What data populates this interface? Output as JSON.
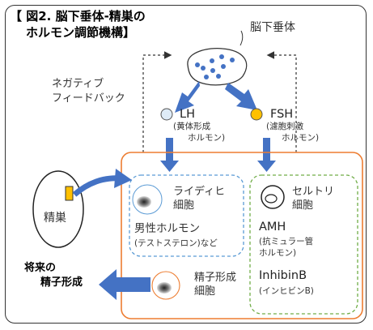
{
  "title": {
    "line1": "【 図2. 脳下垂体-精巣の",
    "line2": "ホルモン調節機構】"
  },
  "pituitary": {
    "label": "脳下垂体"
  },
  "feedback": {
    "line1": "ネガティブ",
    "line2": "フィードバック"
  },
  "lh": {
    "label": "LH",
    "desc1": "(黄体形成",
    "desc2": "ホルモン)"
  },
  "fsh": {
    "label": "FSH",
    "desc1": "(濾胞刺激",
    "desc2": "ホルモン)"
  },
  "testis": {
    "label": "精巣"
  },
  "leydig": {
    "name1": "ライディヒ",
    "name2": "細胞",
    "hormone": "男性ホルモン",
    "hormone_sub": "(テストステロン)など"
  },
  "sertoli": {
    "name1": "セルトリ",
    "name2": "細胞",
    "amh": "AMH",
    "amh_sub1": "(抗ミュラー管",
    "amh_sub2": "ホルモン)",
    "inhibin": "InhibinB",
    "inhibin_sub": "(インヒビンB)"
  },
  "germ": {
    "name1": "精子形成",
    "name2": "細胞"
  },
  "future": {
    "line1": "将来の",
    "line2": "精子形成"
  },
  "colors": {
    "arrow_blue": "#4472C4",
    "orange": "#ED7D31",
    "leydig_border": "#5B9BD5",
    "sertoli_border": "#70AD47",
    "fsh_fill": "#FFC000",
    "lh_fill": "#DEEBF7"
  }
}
